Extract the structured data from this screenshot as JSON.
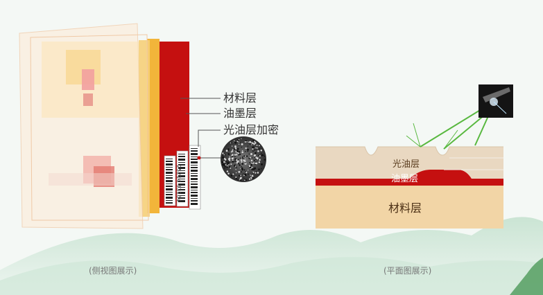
{
  "side_view": {
    "labels": [
      "材料层",
      "油墨层",
      "光油层加密"
    ],
    "caption": "(侧视图展示)",
    "barcode_text": "25214 33164"
  },
  "plan_view": {
    "layer_labels": {
      "varnish": "光油层",
      "ink": "油墨层",
      "material": "材料层"
    },
    "caption": "(平面图展示)"
  },
  "colors": {
    "background": "#f4f8f5",
    "material_layer": "#f2d5a6",
    "ink_layer": "#c51010",
    "varnish_layer": "#e9d8c1",
    "light_beam": "#58b83f",
    "mountains": "#b9dcc6"
  },
  "icons": [
    "microtexture-zoom",
    "scanner-device",
    "barcode-strip",
    "landscape-mountains"
  ]
}
